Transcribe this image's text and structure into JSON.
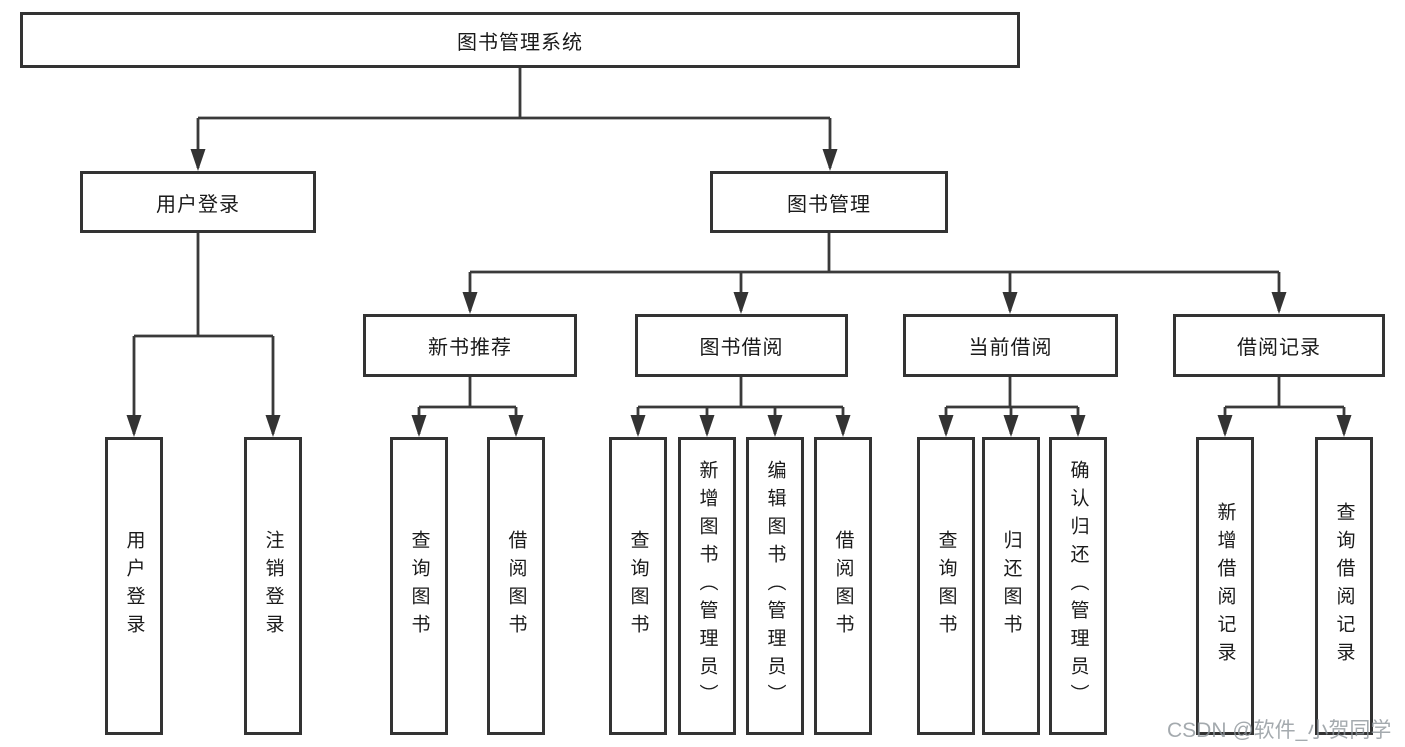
{
  "tree": {
    "root": {
      "label": "图书管理系统"
    },
    "user_login": {
      "label": "用户登录",
      "leaves": [
        {
          "label": "用户登录"
        },
        {
          "label": "注销登录"
        }
      ]
    },
    "book_mgmt": {
      "label": "图书管理",
      "children": [
        {
          "label": "新书推荐",
          "leaves": [
            {
              "label": "查询图书"
            },
            {
              "label": "借阅图书"
            }
          ]
        },
        {
          "label": "图书借阅",
          "leaves": [
            {
              "label": "查询图书"
            },
            {
              "label": "新增图书（管理员）"
            },
            {
              "label": "编辑图书（管理员）"
            },
            {
              "label": "借阅图书"
            }
          ]
        },
        {
          "label": "当前借阅",
          "leaves": [
            {
              "label": "查询图书"
            },
            {
              "label": "归还图书"
            },
            {
              "label": "确认归还（管理员）"
            }
          ]
        },
        {
          "label": "借阅记录",
          "leaves": [
            {
              "label": "新增借阅记录"
            },
            {
              "label": "查询借阅记录"
            }
          ]
        }
      ]
    }
  },
  "watermark": {
    "text": "CSDN @软件_小贺同学"
  },
  "colors": {
    "line": "#3a3a3a",
    "box_border": "#333333",
    "background": "#ffffff",
    "text": "#1a1a1a",
    "watermark": "#8e959b"
  }
}
